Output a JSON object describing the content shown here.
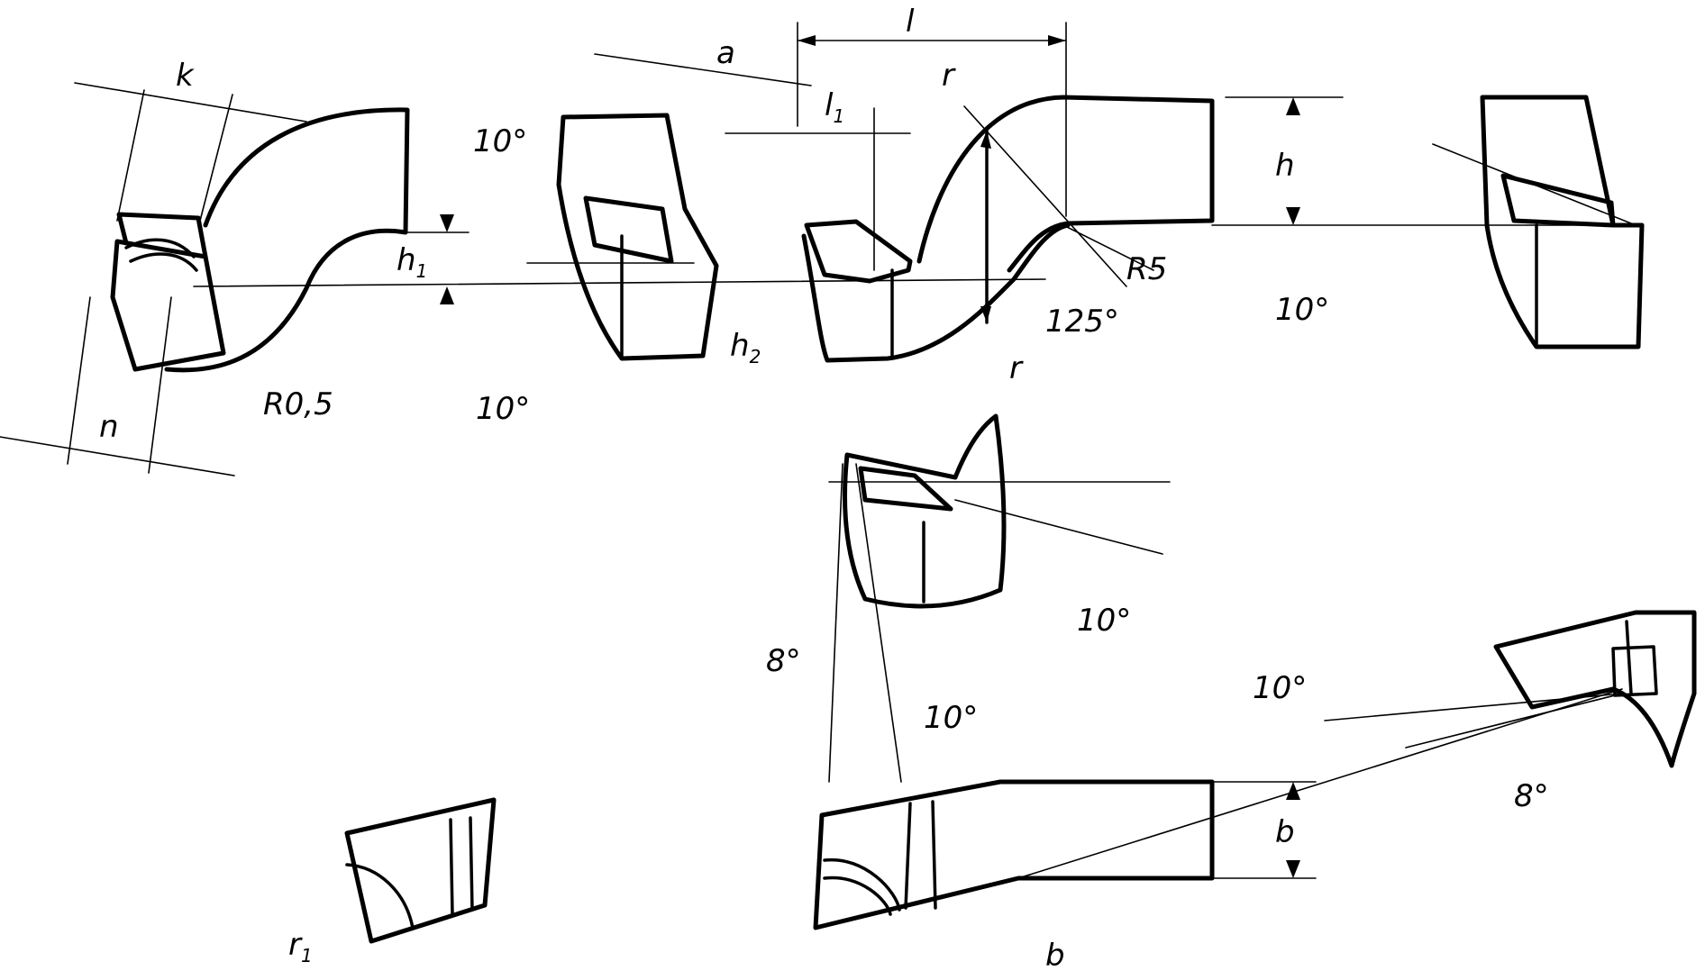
{
  "labels": {
    "k": "k",
    "n": "n",
    "r05": "R0,5",
    "h1": "h",
    "h1_sub": "1",
    "angle_10_a": "10°",
    "angle_10_b": "10°",
    "a": "a",
    "l": "l",
    "l1": "l",
    "l1_sub": "1",
    "h2": "h",
    "h2_sub": "2",
    "r_top": "r",
    "r_bottom": "r",
    "r5": "R5",
    "angle_125": "125°",
    "h": "h",
    "angle_10_c": "10°",
    "angle_10_d": "10°",
    "angle_8_a": "8°",
    "angle_10_e": "10°",
    "angle_10_f": "10°",
    "angle_8_b": "8°",
    "b_right": "b",
    "b_bottom": "b",
    "r1": "r",
    "r1_sub": "1"
  }
}
